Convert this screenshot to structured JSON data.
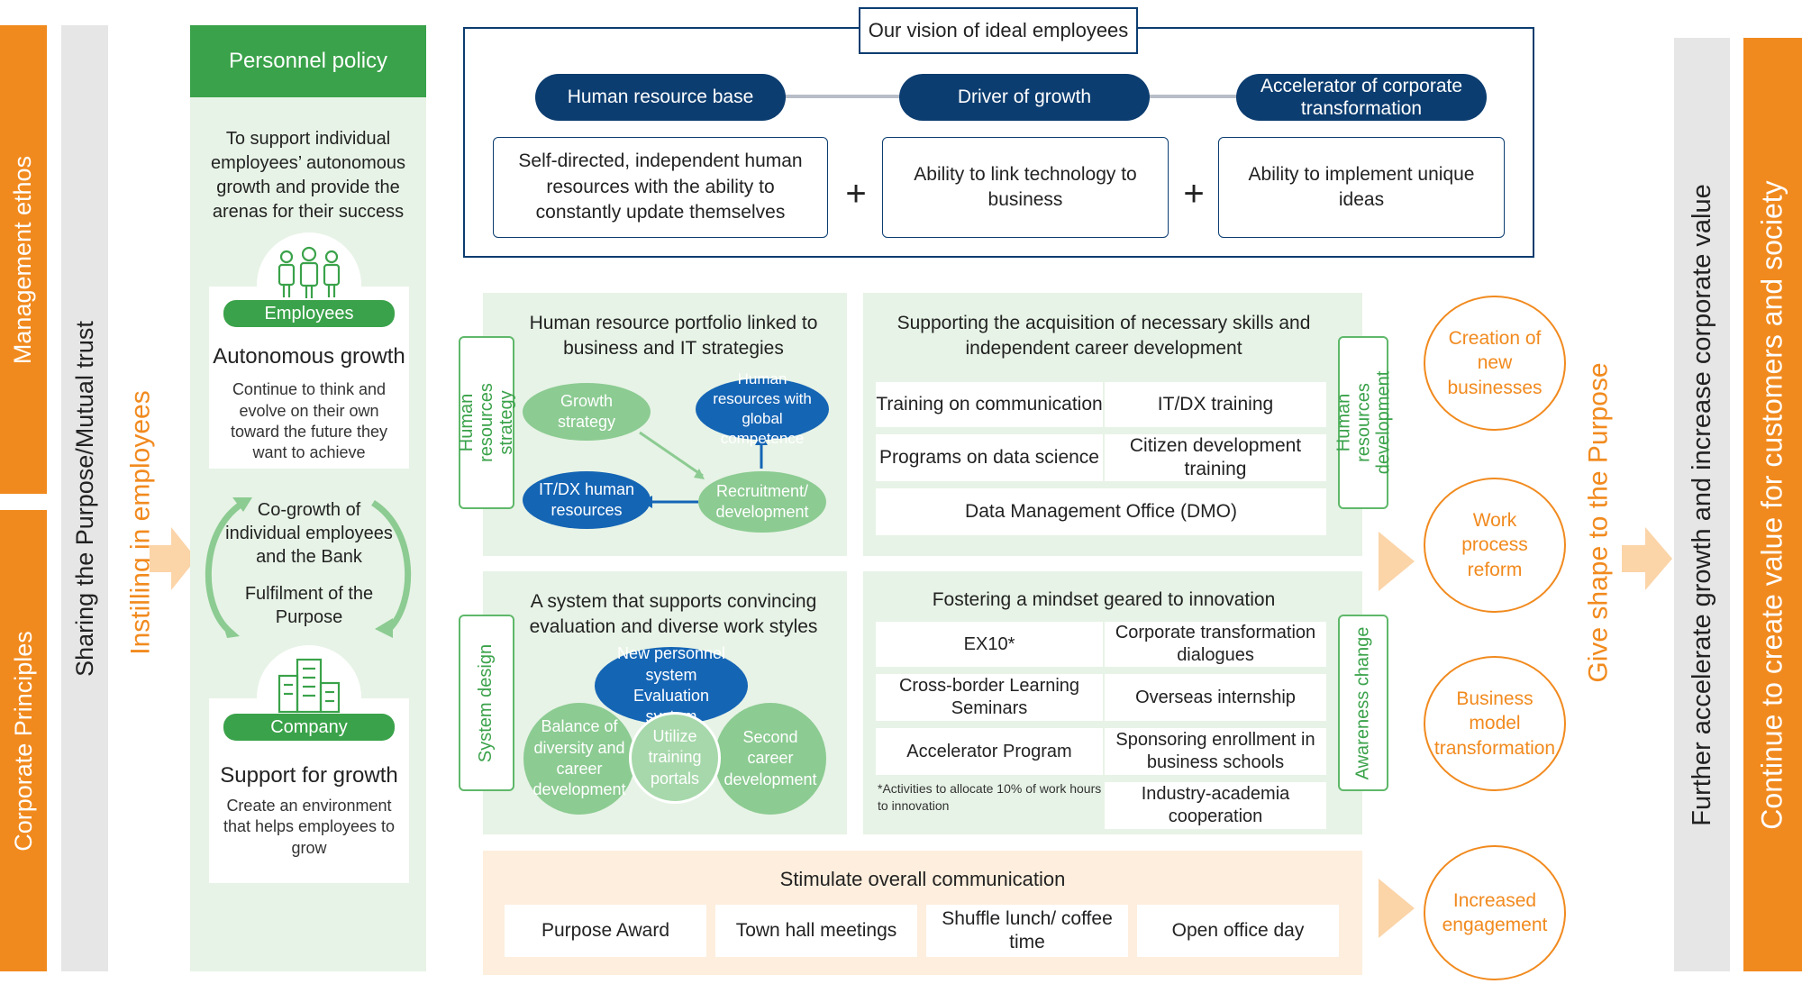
{
  "left_bars": {
    "management_ethos": "Management ethos",
    "corporate_principles": "Corporate Principles",
    "sharing": "Sharing the Purpose/Mutual trust",
    "instilling": "Instilling in employees"
  },
  "personnel": {
    "title": "Personnel policy",
    "intro": "To support individual employees’ autonomous growth and provide the arenas for their success",
    "employees_label": "Employees",
    "autonomous_title": "Autonomous growth",
    "autonomous_text": "Continue to think and evolve on their own toward the future they want to achieve",
    "cogrowth": "Co-growth of individual employees and the Bank",
    "fulfilment": "Fulfilment of the Purpose",
    "company_label": "Company",
    "support_title": "Support for growth",
    "support_text": "Create an environment that helps employees to grow"
  },
  "vision": {
    "title": "Our vision of ideal employees",
    "pills": [
      "Human resource base",
      "Driver of growth",
      "Accelerator of corporate transformation"
    ],
    "boxes": [
      "Self-directed, independent human resources with the ability to constantly update themselves",
      "Ability to link technology to business",
      "Ability to implement unique ideas"
    ],
    "plus": "+"
  },
  "hr_strategy": {
    "tag": "Human resources strategy",
    "title": "Human resource portfolio linked to business and IT strategies",
    "growth": "Growth strategy",
    "global": "Human resources with global competence",
    "itdx": "IT/DX human resources",
    "recruit": "Recruitment/ development"
  },
  "hr_development": {
    "tag": "Human resources development",
    "title": "Supporting the acquisition of necessary skills and independent career development",
    "items": [
      "Training on communication",
      "IT/DX training",
      "Programs on data science",
      "Citizen development training",
      "Data Management Office (DMO)"
    ]
  },
  "system_design": {
    "tag": "System design",
    "title": "A system that supports convincing evaluation and diverse work styles",
    "new_system": "New personnel system Evaluation system",
    "balance": "Balance of diversity and career development",
    "utilize": "Utilize training portals",
    "second": "Second career development"
  },
  "awareness": {
    "tag": "Awareness change",
    "title": "Fostering a mindset geared to innovation",
    "items": [
      "EX10*",
      "Corporate transformation dialogues",
      "Cross-border Learning Seminars",
      "Overseas internship",
      "Accelerator Program",
      "Sponsoring enrollment in business schools",
      "Industry-academia cooperation"
    ],
    "footnote": "*Activities to allocate 10% of work hours to innovation"
  },
  "communication": {
    "title": "Stimulate overall communication",
    "items": [
      "Purpose Award",
      "Town hall meetings",
      "Shuffle lunch/ coffee time",
      "Open office day"
    ]
  },
  "outcomes": [
    "Creation of new businesses",
    "Work process reform",
    "Business model transformation",
    "Increased engagement"
  ],
  "right_bars": {
    "give_shape": "Give shape to the Purpose",
    "further": "Further accelerate growth and increase corporate value",
    "continue": "Continue to create value for customers and society"
  },
  "colors": {
    "orange": "#f18a1e",
    "navy": "#0c3d70",
    "green": "#3aa24a",
    "light_green": "#e7f3e6",
    "blue": "#1565b5",
    "grey_bar": "#e6e6e6",
    "peach": "#fdeedd"
  }
}
